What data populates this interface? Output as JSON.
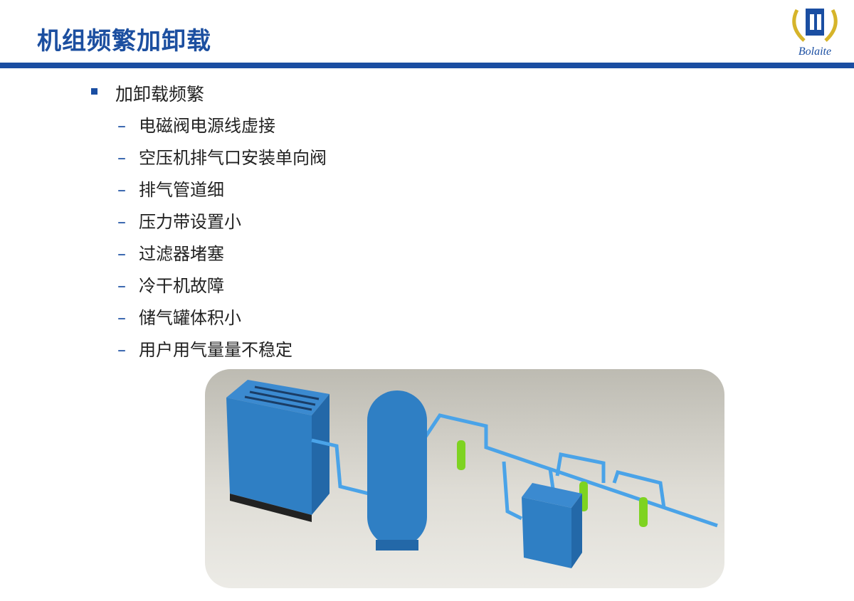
{
  "slide": {
    "title": "机组频繁加卸载",
    "logo_text": "Bolaite",
    "bullet": "加卸载频繁",
    "sub_items": [
      "电磁阀电源线虚接",
      "空压机排气口安装单向阀",
      "排气管道细",
      "压力带设置小",
      "过滤器堵塞",
      "冷干机故障",
      "储气罐体积小",
      "用户用气量量不稳定"
    ],
    "dash": "–"
  },
  "colors": {
    "brand": "#1a4ea2",
    "equipment": "#2f7fc4",
    "filter": "#7ed321"
  }
}
